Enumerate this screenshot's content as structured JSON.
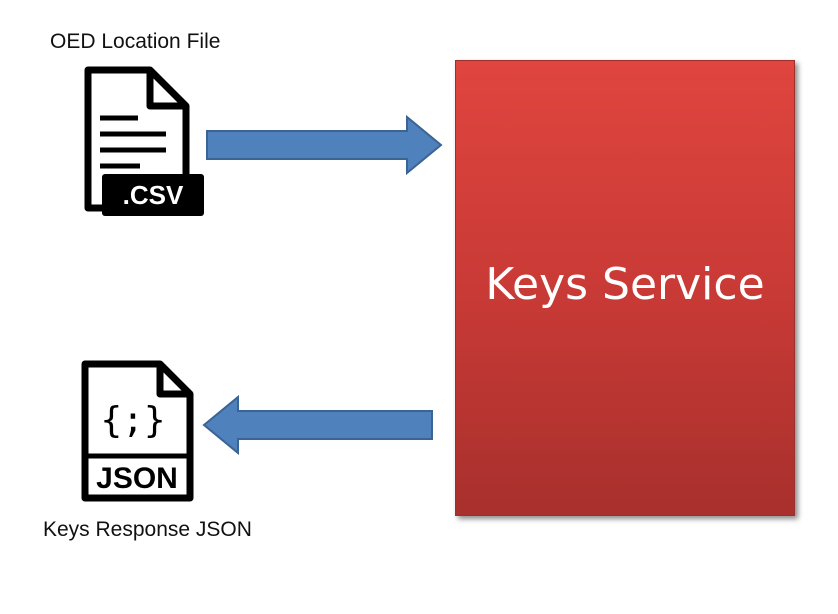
{
  "input": {
    "label": "OED Location File",
    "icon": "csv-file-icon",
    "badge_text": ".CSV"
  },
  "output": {
    "label": "Keys Response JSON",
    "icon": "json-file-icon",
    "glyph_text": "{;}",
    "badge_text": "JSON"
  },
  "service": {
    "label": "Keys Service",
    "color_top": "#e0453f",
    "color_bottom": "#a8302d"
  },
  "arrows": {
    "fill": "#4f81bd",
    "stroke": "#3a6493"
  }
}
